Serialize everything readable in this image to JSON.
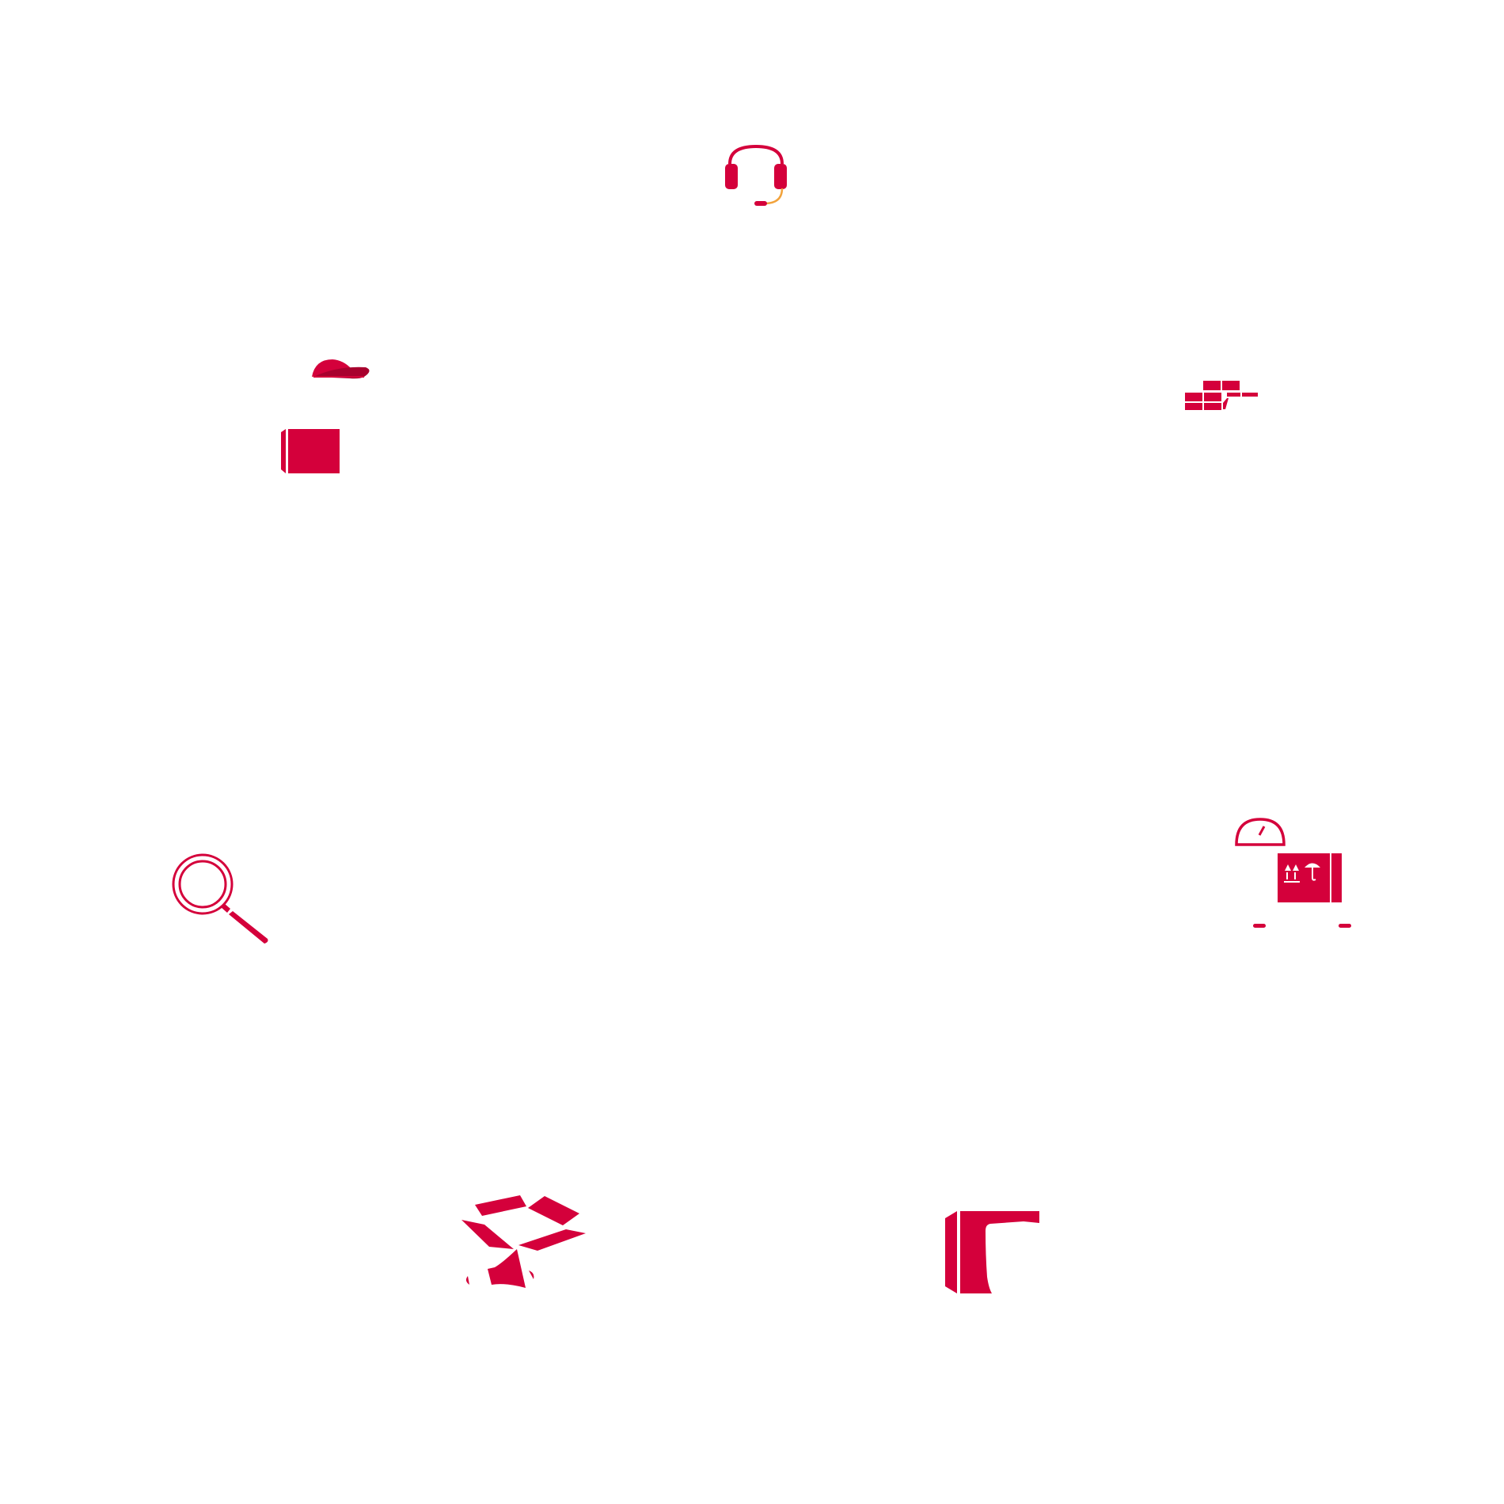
{
  "colors": {
    "primary": "#d4003b",
    "dark": "#a8002e",
    "accent_wire": "#f2a33c",
    "background": "#ffffff"
  },
  "icons": [
    {
      "id": "headset",
      "semantic": "headset-icon"
    },
    {
      "id": "courier",
      "semantic": "courier-cap-box-icon"
    },
    {
      "id": "bricks",
      "semantic": "stacked-bricks-icon"
    },
    {
      "id": "search",
      "semantic": "magnifying-glass-icon"
    },
    {
      "id": "cargo",
      "semantic": "scale-cargo-box-icon"
    },
    {
      "id": "openbox",
      "semantic": "open-box-icon"
    },
    {
      "id": "bigbox",
      "semantic": "large-box-icon"
    }
  ]
}
